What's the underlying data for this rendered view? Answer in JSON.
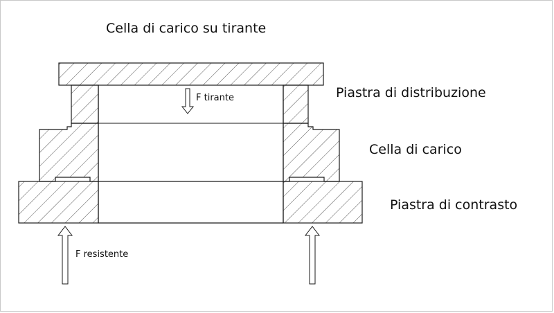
{
  "diagram": {
    "title": "Cella di carico su tirante",
    "labels": {
      "distribution_plate": "Piastra di distribuzione",
      "load_cell": "Cella di carico",
      "contrast_plate": "Piastra di contrasto",
      "force_tie": "F tirante",
      "force_resistant": "F resistente"
    },
    "colors": {
      "line": "#1a1a1a",
      "hatch": "#555555",
      "background": "#ffffff",
      "frame": "#c8c8c8"
    }
  }
}
